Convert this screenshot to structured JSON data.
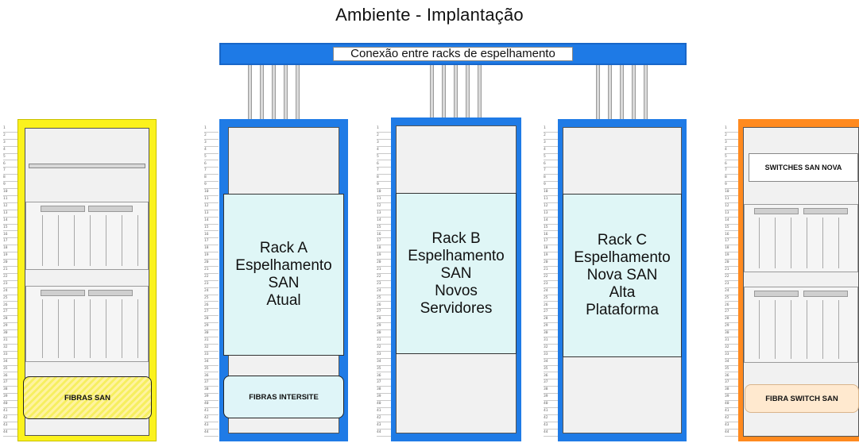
{
  "title": "Ambiente - Implantação",
  "banner_label": "Conexão entre racks de espelhamento",
  "rack_units": [
    "1",
    "2",
    "3",
    "4",
    "5",
    "6",
    "7",
    "8",
    "9",
    "10",
    "11",
    "12",
    "13",
    "14",
    "15",
    "16",
    "17",
    "18",
    "19",
    "20",
    "21",
    "22",
    "23",
    "24",
    "25",
    "26",
    "27",
    "28",
    "29",
    "30",
    "31",
    "32",
    "33",
    "34",
    "35",
    "36",
    "37",
    "38",
    "39",
    "40",
    "41",
    "42",
    "43",
    "44"
  ],
  "racks": {
    "a": {
      "lines": [
        "Rack A",
        "Espelhamento",
        "SAN",
        "Atual"
      ],
      "fiber": "FIBRAS INTERSITE"
    },
    "b": {
      "lines": [
        "Rack B",
        "Espelhamento",
        "SAN",
        "Novos",
        "Servidores"
      ]
    },
    "c": {
      "lines": [
        "Rack C",
        "Espelhamento",
        "Nova SAN",
        "Alta",
        "Plataforma"
      ]
    },
    "left": {
      "fiber": "FIBRAS SAN"
    },
    "right": {
      "switches": "SWITCHES SAN NOVA",
      "fiber": "FIBRA SWITCH SAN"
    }
  },
  "colors": {
    "blue_rack": "#1f7be6",
    "yellow_rack": "#fbf21d",
    "orange_rack": "#ff8a1f",
    "mirror_fill": "#dff6f6"
  }
}
